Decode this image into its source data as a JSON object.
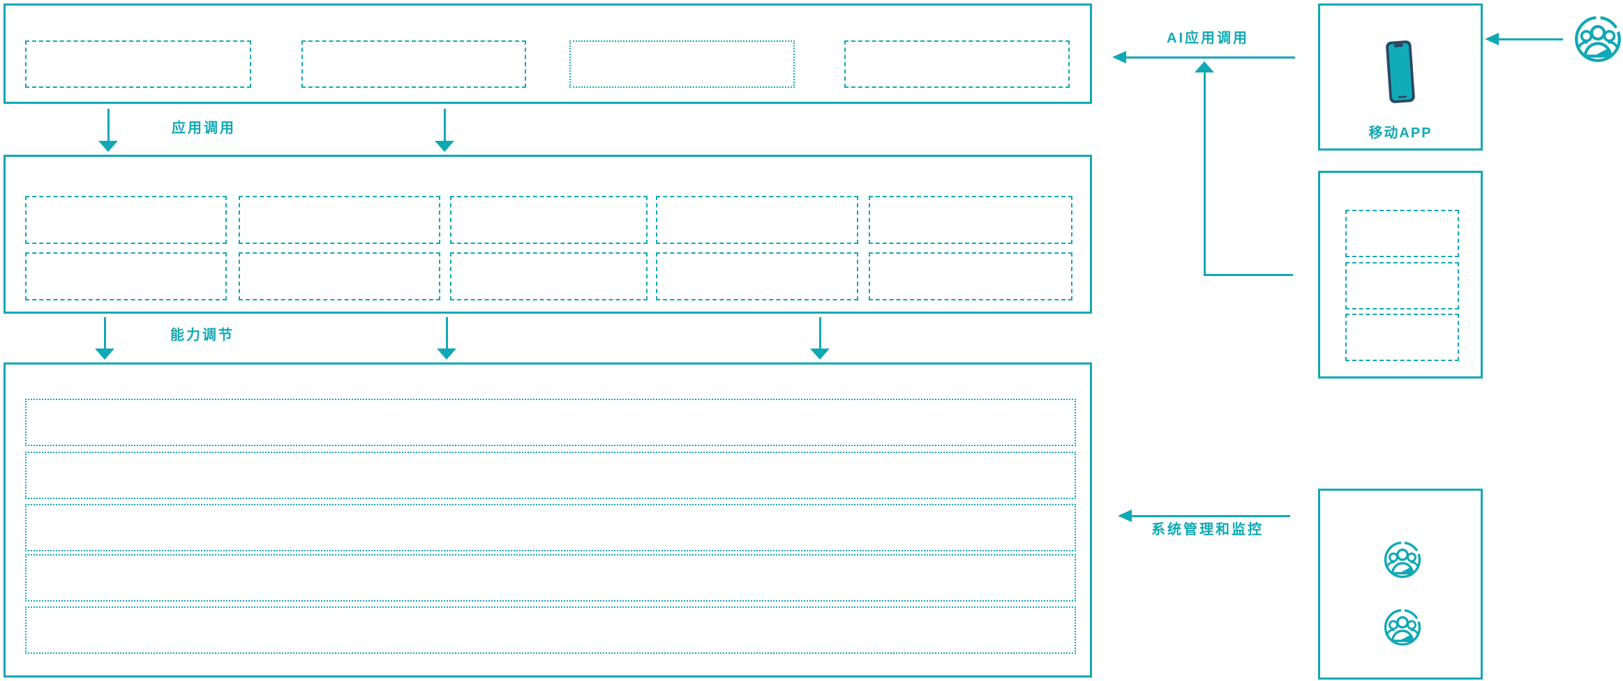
{
  "colors": {
    "teal": "#10A8B4",
    "navy": "#2A4963",
    "phone_screen": "#12ACB9"
  },
  "flow_labels": {
    "app_call": "应用调用",
    "capability_adjust": "能力调节",
    "ai_app_call": "AI应用调用",
    "system_monitor": "系统管理和监控"
  },
  "right_panel": {
    "mobile_app_label": "移动APP",
    "icons": {
      "top_user": "users-group-icon",
      "mobile": "smartphone-icon",
      "monitor_user_1": "users-group-icon",
      "monitor_user_2": "users-group-icon"
    }
  },
  "structure": {
    "top_layer_slots": 4,
    "middle_layer_rows": 2,
    "middle_layer_cols": 5,
    "bottom_layer_rows": 5,
    "right_middle_slots": 3
  }
}
